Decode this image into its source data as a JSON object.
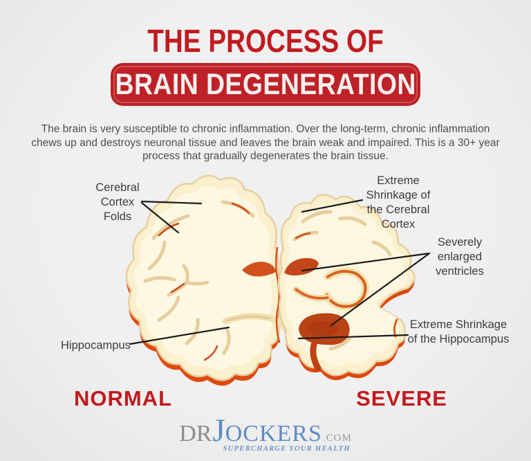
{
  "header": {
    "title_line1": "THE PROCESS OF",
    "title_line2": "BRAIN DEGENERATION"
  },
  "intro": {
    "lines": [
      "The brain is very susceptible to chronic inflammation. Over the long-term, chronic inflammation",
      "chews up and destroys neuronal tissue and leaves the brain weak and impaired. This is a 30+ year",
      "process that gradually degenerates the brain tissue."
    ]
  },
  "labels": {
    "cerebral_cortex_folds": {
      "lines": [
        "Cerebral",
        "Cortex",
        "Folds"
      ]
    },
    "extreme_shrinkage_cortex": {
      "lines": [
        "Extreme",
        "Shrinkage of",
        "the Cerebral",
        "Cortex"
      ]
    },
    "severely_enlarged_ventricles": {
      "lines": [
        "Severely",
        "enlarged",
        "ventricles"
      ]
    },
    "extreme_shrinkage_hippocampus": {
      "lines": [
        "Extreme Shrinkage",
        "of the Hippocampus"
      ]
    },
    "hippocampus": {
      "text": "Hippocampus"
    }
  },
  "comparison": {
    "left": "NORMAL",
    "right": "SEVERE"
  },
  "logo": {
    "dr": "DR",
    "j": "J",
    "ockers": "OCKERS",
    "com": ".COM",
    "tagline": "SUPERCHARGE YOUR HEALTH"
  },
  "colors": {
    "background": "#ECECED",
    "accent_red": "#C11B20",
    "banner_red": "#BE2127",
    "brain_cream": "#FBF2D5",
    "brain_fold_tan": "#E5CD9E",
    "brain_rim_orange": "#DF4B10",
    "ventricle_red": "#C4461A",
    "logo_blue": "#5E8BC2",
    "logo_gray": "#8C8C8C",
    "label_text": "#3C3C3C"
  }
}
